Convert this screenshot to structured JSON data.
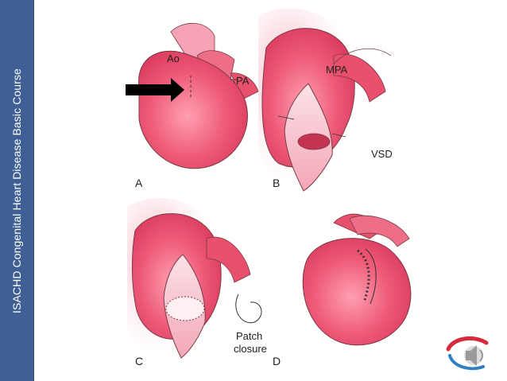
{
  "sidebar": {
    "text": "ISACHD Congenital Heart Disease Basic Course"
  },
  "labels": {
    "ao": "Ao",
    "pa": "PA",
    "mpa": "MPA",
    "vsd": "VSD",
    "patch_line1": "Patch",
    "patch_line2": "closure"
  },
  "panels": {
    "a": "A",
    "b": "B",
    "c": "C",
    "d": "D"
  },
  "colors": {
    "sidebar": "#3f5f95",
    "heart": "#e8506c",
    "heart_light": "#f7b7c3",
    "arrow": "#000000"
  }
}
